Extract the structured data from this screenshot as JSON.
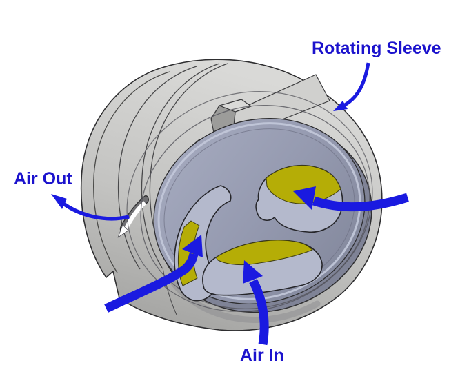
{
  "diagram": {
    "labels": {
      "rotating_sleeve": "Rotating Sleeve",
      "air_out": "Air Out",
      "air_in": "Air In"
    },
    "colors": {
      "annotation_text": "#1b12cd",
      "arrow_blue": "#1a1ae0",
      "sleeve_gray": "#c4c4c2",
      "disc_gray": "#979cb0",
      "port_yellow": "#b5ad06",
      "slot_white": "#ffffff",
      "outline_dark": "#2e2e30",
      "background": "#ffffff"
    }
  }
}
